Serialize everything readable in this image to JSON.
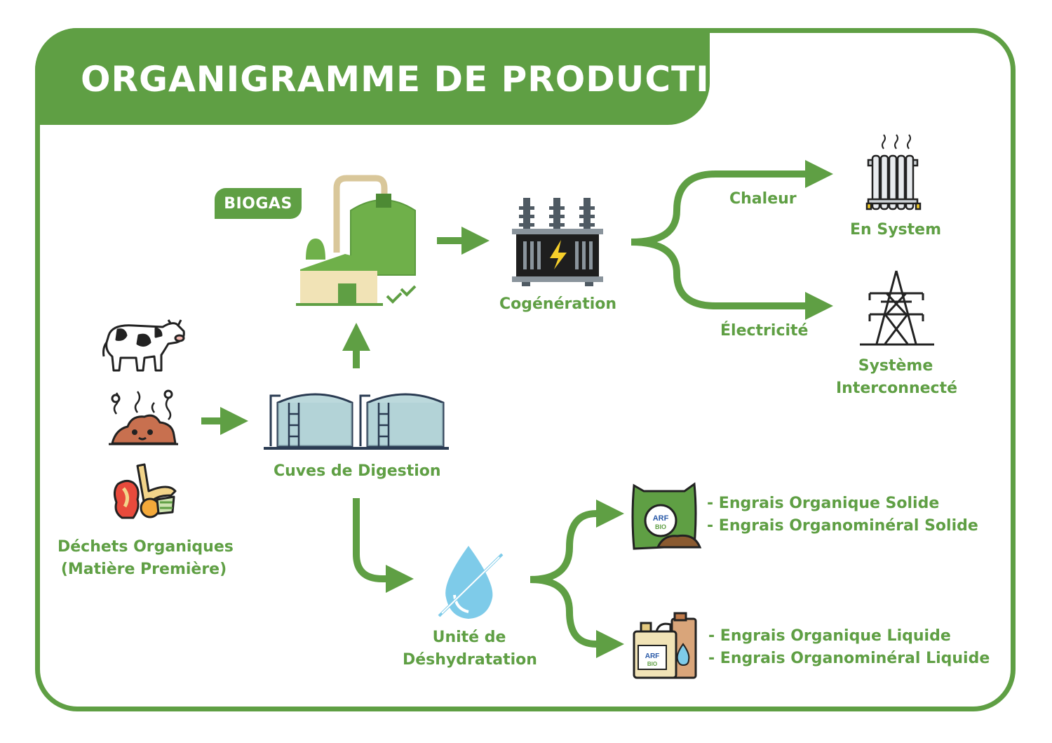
{
  "title": "ORGANIGRAMME DE PRODUCTION",
  "colors": {
    "accent": "#5f9f44",
    "background": "#ffffff"
  },
  "nodes": {
    "biogas": "BIOGAS",
    "cogeneration": "Cogénération",
    "chaleur": "Chaleur",
    "en_system": "En System",
    "electricite": "Électricité",
    "systeme_interconnecte": [
      "Système",
      "Interconnecté"
    ],
    "cuves": "Cuves de Digestion",
    "dechets": [
      "Déchets Organiques",
      "(Matière Première)"
    ],
    "deshydratation": [
      "Unité de",
      "Déshydratation"
    ],
    "solide": [
      "- Engrais Organique Solide",
      "- Engrais Organominéral Solide"
    ],
    "liquide": [
      "- Engrais Organique Liquide",
      "- Engrais Organominéral Liquide"
    ]
  },
  "icons": {
    "cow": "cow-icon",
    "manure": "manure-icon",
    "food_waste": "food-waste-icon",
    "digester_tanks": "digester-tanks-icon",
    "biogas_plant": "biogas-plant-icon",
    "transformer": "transformer-icon",
    "radiator": "radiator-icon",
    "pylon": "pylon-icon",
    "water_drop": "water-drop-crossed-icon",
    "fertilizer_bag": "fertilizer-bag-icon",
    "fertilizer_cans": "fertilizer-cans-icon"
  },
  "logo_text": "ARF BIO"
}
